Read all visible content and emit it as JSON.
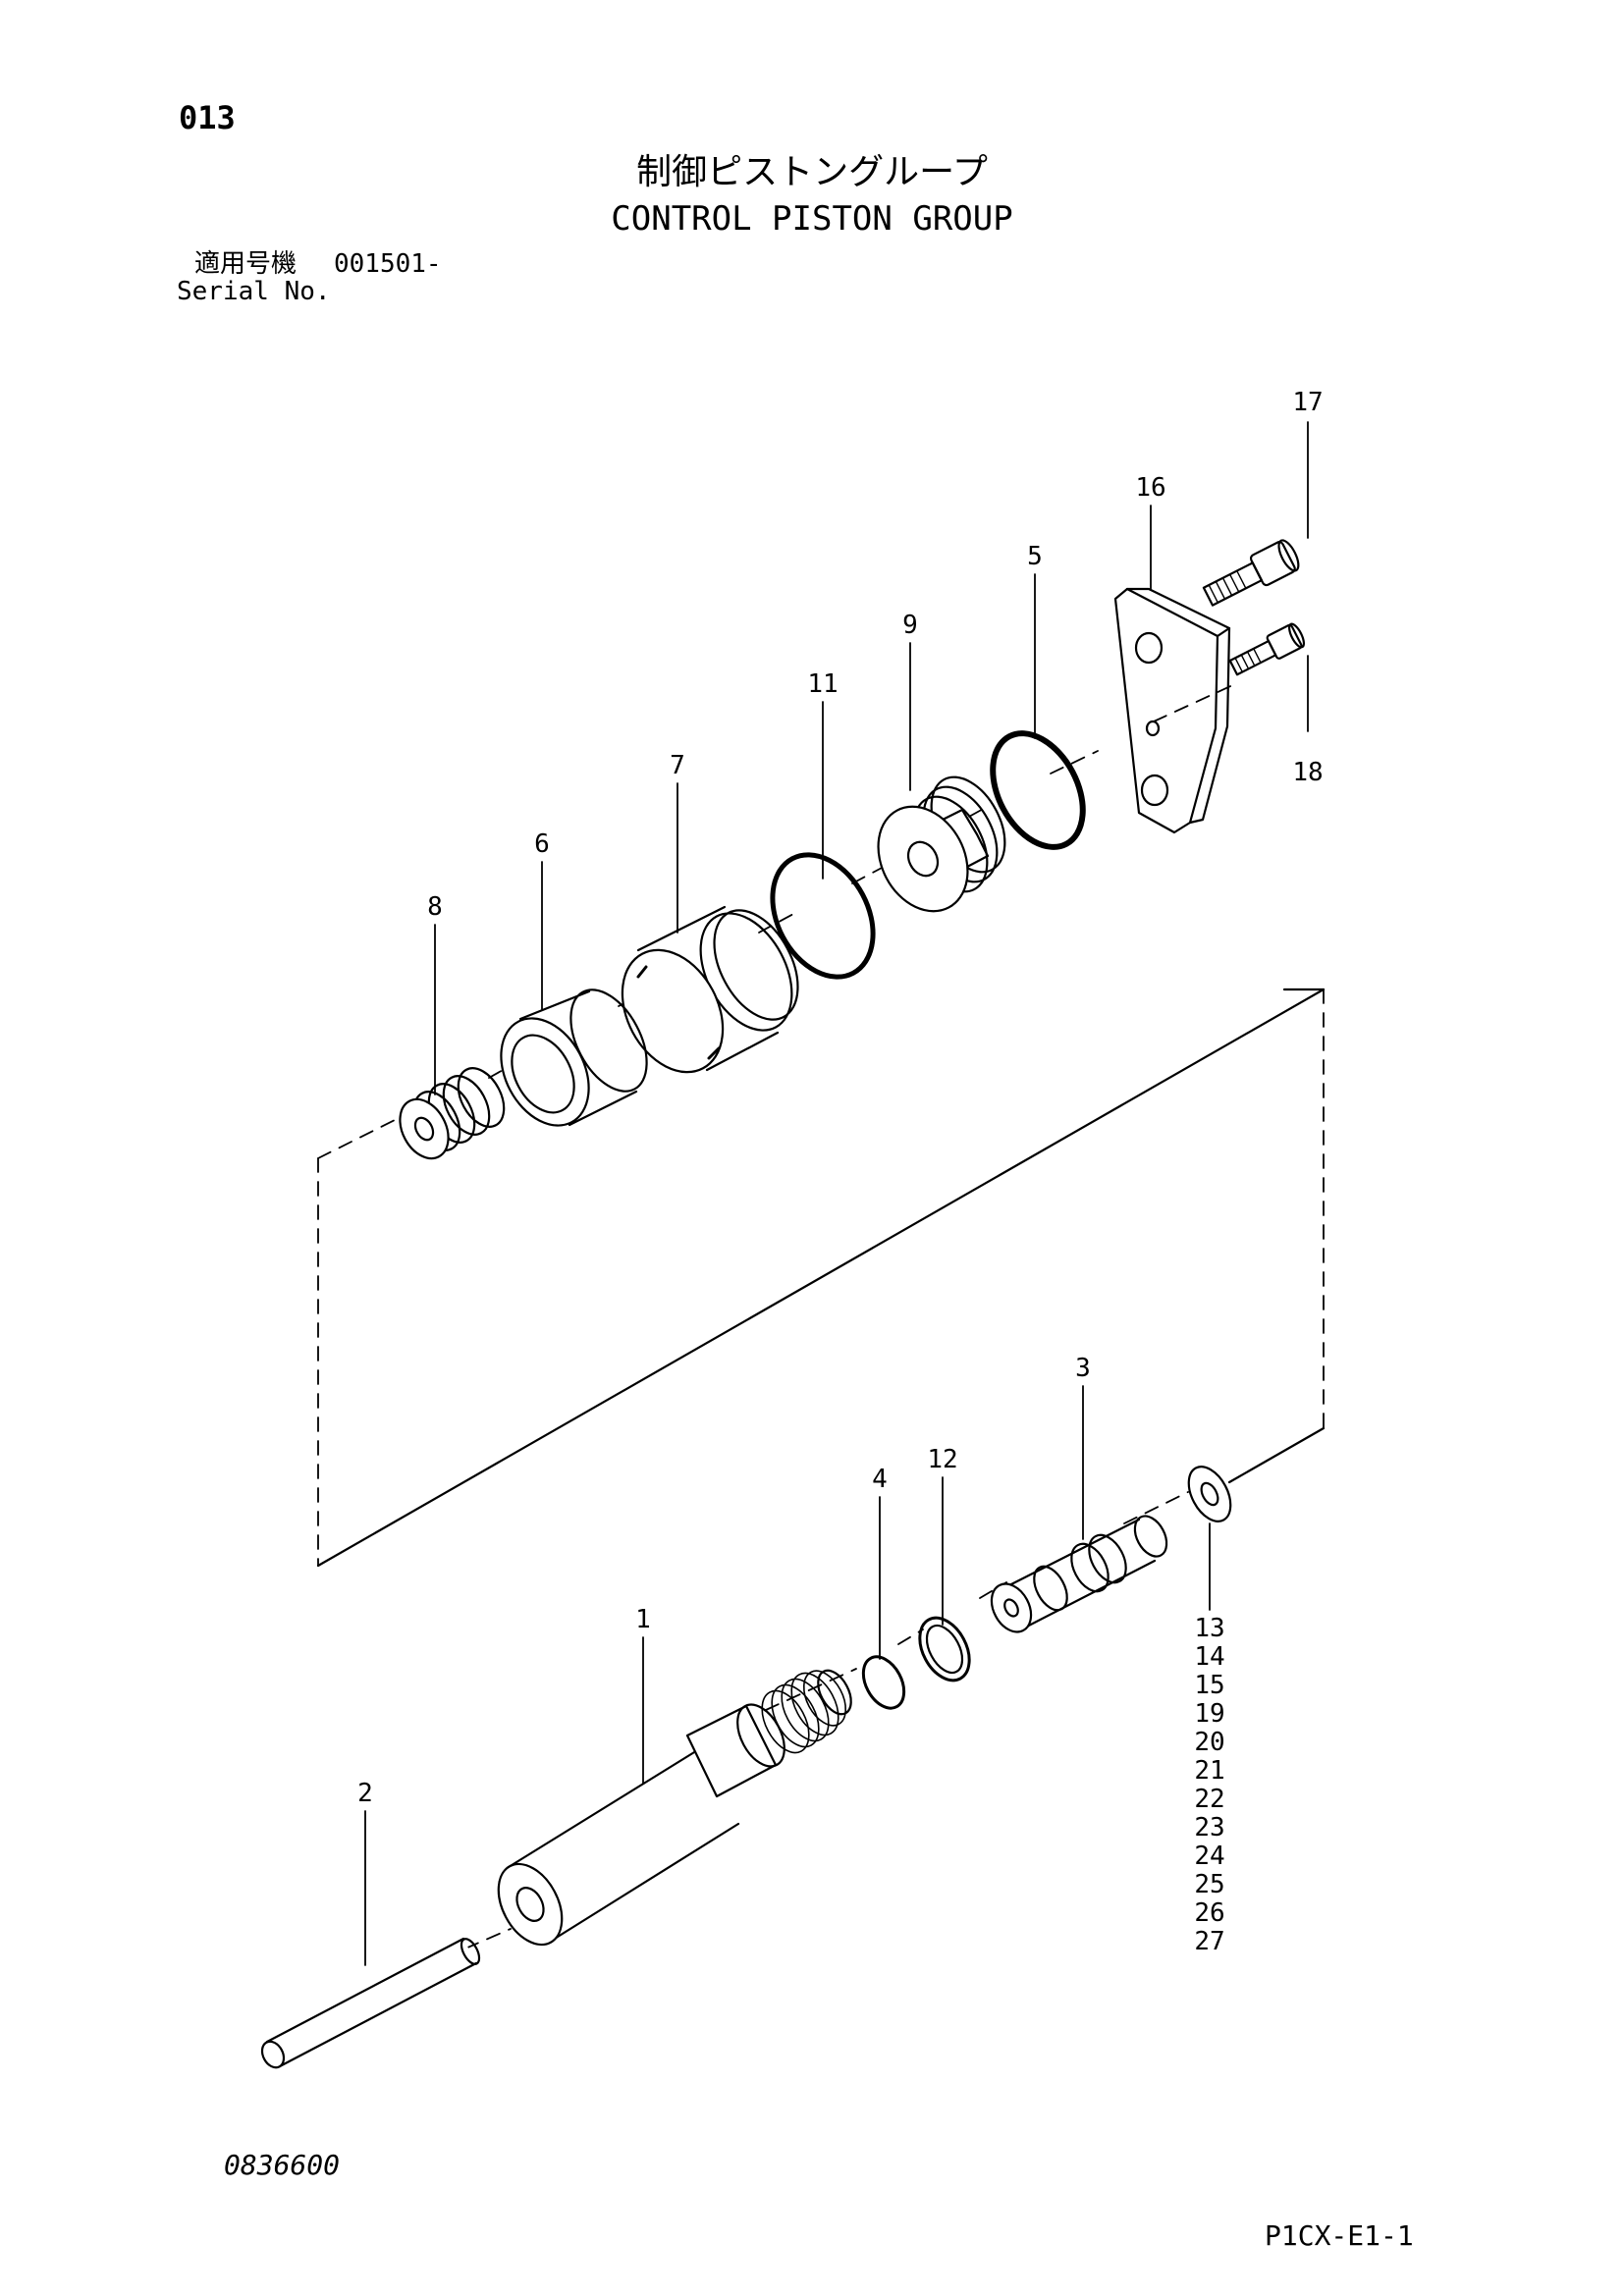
{
  "header": {
    "page_number": "013",
    "title_jp": "制御ピストングループ",
    "title_en": "CONTROL PISTON GROUP",
    "serial_label_jp": "適用号機",
    "serial_value": "001501-",
    "serial_label_en": "Serial No."
  },
  "callouts": {
    "c1": "1",
    "c2": "2",
    "c3": "3",
    "c4": "4",
    "c5": "5",
    "c6": "6",
    "c7": "7",
    "c8": "8",
    "c9": "9",
    "c11": "11",
    "c12": "12",
    "c16": "16",
    "c17": "17",
    "c18": "18",
    "stack": [
      "13",
      "14",
      "15",
      "19",
      "20",
      "21",
      "22",
      "23",
      "24",
      "25",
      "26",
      "27"
    ]
  },
  "footer": {
    "drawing_number": "0836600",
    "page_code": "P1CX-E1-1"
  }
}
